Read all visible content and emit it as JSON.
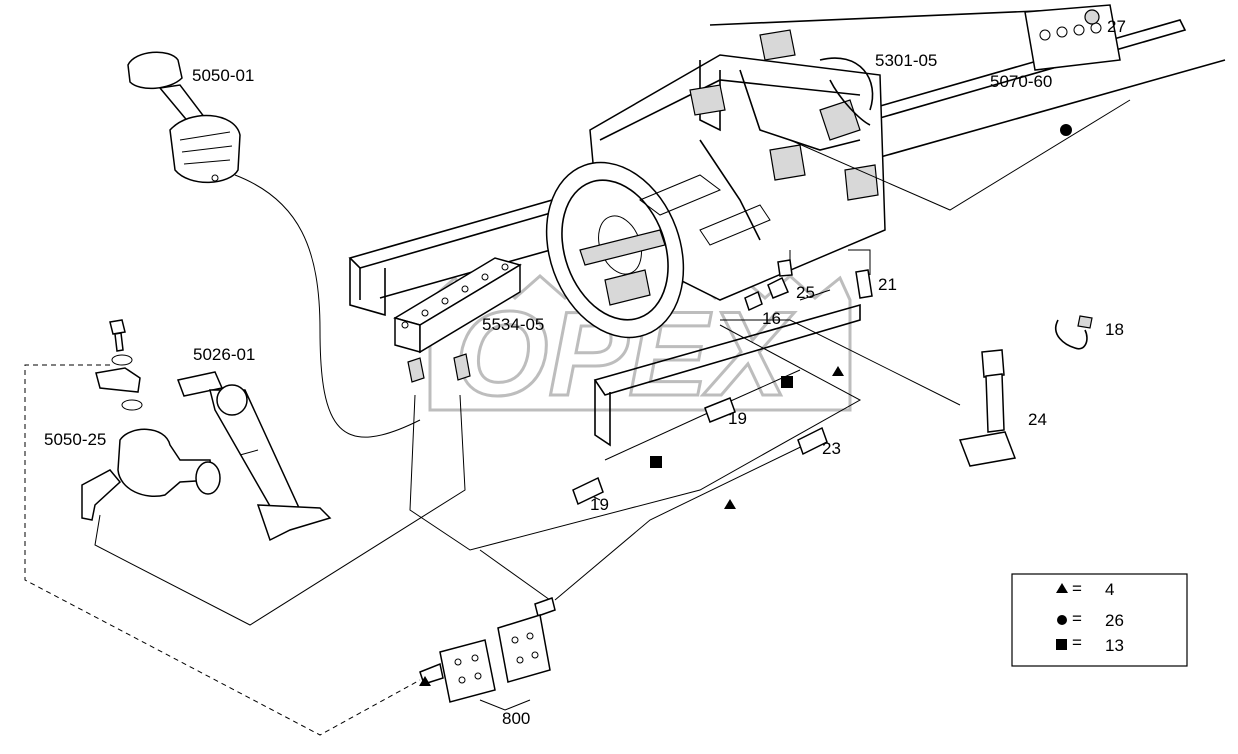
{
  "watermark": "OPEX",
  "labels": {
    "p5050_01": "5050-01",
    "p5301_05": "5301-05",
    "p5070_60": "5070-60",
    "p27": "27",
    "p5534_05": "5534-05",
    "p5026_01": "5026-01",
    "p5050_25": "5050-25",
    "p25": "25",
    "p21": "21",
    "p16": "16",
    "p18": "18",
    "p24": "24",
    "p19a": "19",
    "p23": "23",
    "p19b": "19",
    "p800": "800"
  },
  "legend": [
    {
      "symbol": "triangle",
      "eq": "=",
      "value": "4"
    },
    {
      "symbol": "circle",
      "eq": "=",
      "value": "26"
    },
    {
      "symbol": "square",
      "eq": "=",
      "value": "13"
    }
  ]
}
